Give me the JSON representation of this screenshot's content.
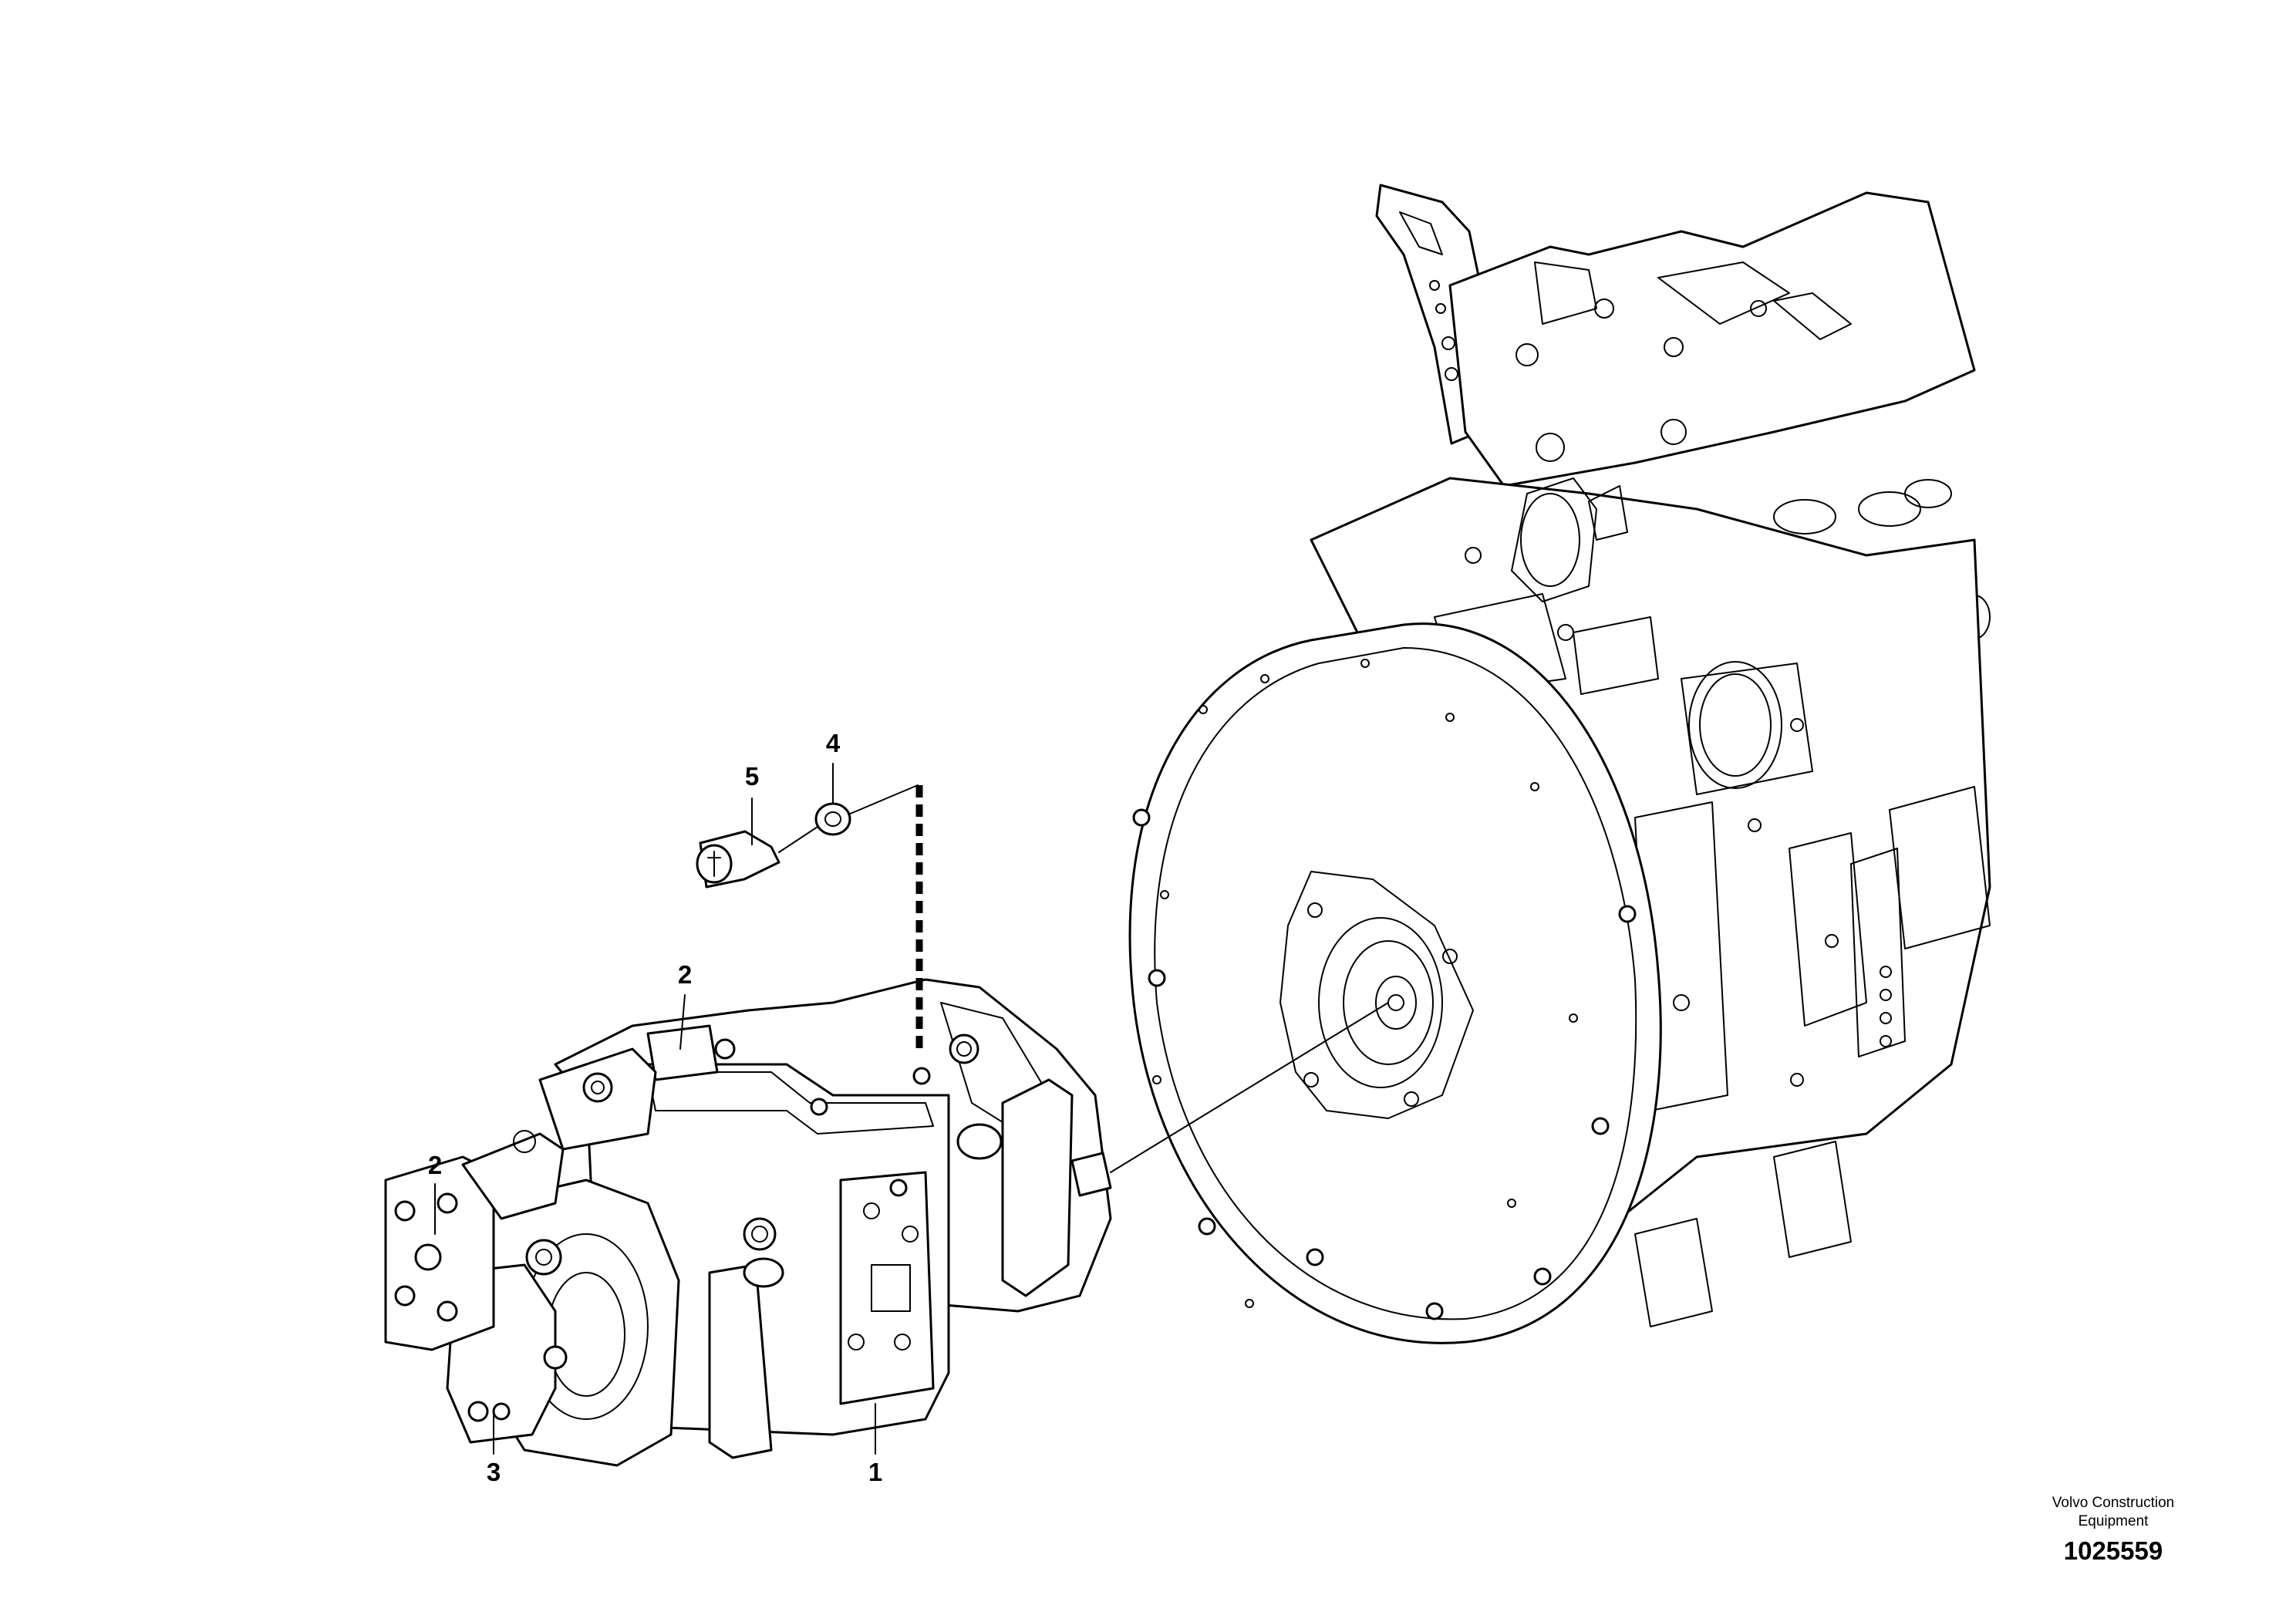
{
  "diagram": {
    "callouts": [
      "1",
      "2",
      "2",
      "3",
      "4",
      "5"
    ],
    "footer": {
      "publisher_line1": "Volvo Construction",
      "publisher_line2": "Equipment",
      "figure_number": "1025559"
    }
  }
}
